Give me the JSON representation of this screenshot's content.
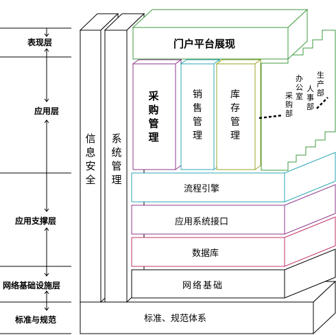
{
  "layers": {
    "presentation": "表现层",
    "application": "应用层",
    "app_support": "应用支撑层",
    "network_infra": "网络基础设施层",
    "standards": "标准与规范"
  },
  "columns": {
    "info_security": "信息安全",
    "system_management": "系统管理"
  },
  "boxes": {
    "portal": "门户平台展现",
    "procurement": "采购管理",
    "sales": "销售管理",
    "inventory": "库存管理",
    "purchasing_dept": "采购部",
    "office": "办公室",
    "hr_dept": "人事部",
    "production_dept": "生产部",
    "workflow": "流程引擎",
    "app_interface": "应用系统接口",
    "database": "数据库",
    "network": "网络基础",
    "standards_system": "标准、规范体系"
  },
  "colors": {
    "procurement_border": "#8b3a8b",
    "sales_border": "#2aa7b5",
    "inventory_border": "#9aa526",
    "app_border": "#3d9a3d",
    "workflow_border": "#2aa7b5",
    "interface_border": "#8b3a8b",
    "database_border": "#c0306b",
    "portal_border": "#3d9a3d"
  }
}
